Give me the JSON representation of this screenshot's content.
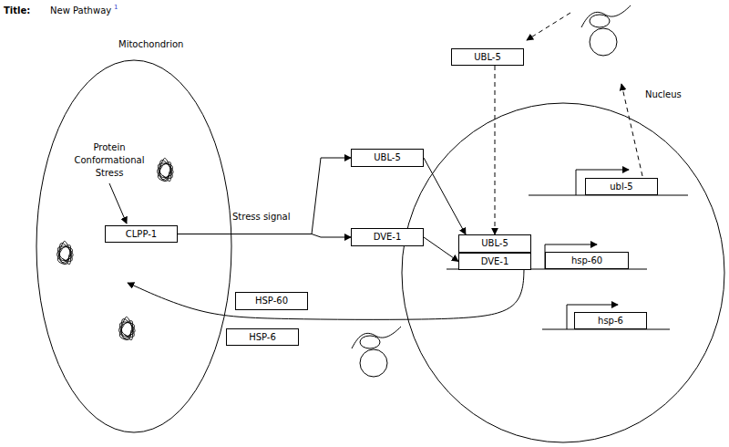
{
  "diagram": {
    "title": "New Pathway",
    "nodes": [
      {
        "text": [
          "Mitochondrion"
        ]
      },
      {
        "text": [
          "CLPP-1"
        ],
        "in": 0
      },
      {
        "text": [
          "UBL-5"
        ]
      },
      {
        "text": [
          "Nucleus"
        ]
      },
      {
        "text": [
          "UBL-5"
        ]
      },
      {
        "text": [
          "ubl-5"
        ],
        "in": 3
      },
      {
        "text": [
          "DVE-1"
        ]
      },
      {
        "text": [
          "UBL-5"
        ],
        "in": 3
      },
      {
        "text": [
          "DVE-1"
        ],
        "in": 3
      },
      {
        "text": [
          "hsp-60"
        ],
        "in": 3
      },
      {
        "text": [
          "HSP-60"
        ]
      },
      {
        "text": [
          "hsp-6"
        ],
        "in": 3
      },
      {
        "text": [
          "HSP-6"
        ]
      }
    ],
    "edges": [
      {
        "from": 1,
        "to": 4,
        "arrow": "to"
      },
      {
        "from": 1,
        "to": 6,
        "arrow": "to"
      },
      {
        "from": 4,
        "to": 7,
        "arrow": "to"
      },
      {
        "from": 6,
        "to": 8,
        "arrow": "to"
      },
      {
        "from": 2,
        "to": 7,
        "arrow": "to"
      },
      {
        "from": 8,
        "to": 0,
        "arrow": "to"
      }
    ],
    "labels": [
      "Title:",
      "1",
      "Protein Conformational Stress",
      "Stress signal"
    ]
  }
}
